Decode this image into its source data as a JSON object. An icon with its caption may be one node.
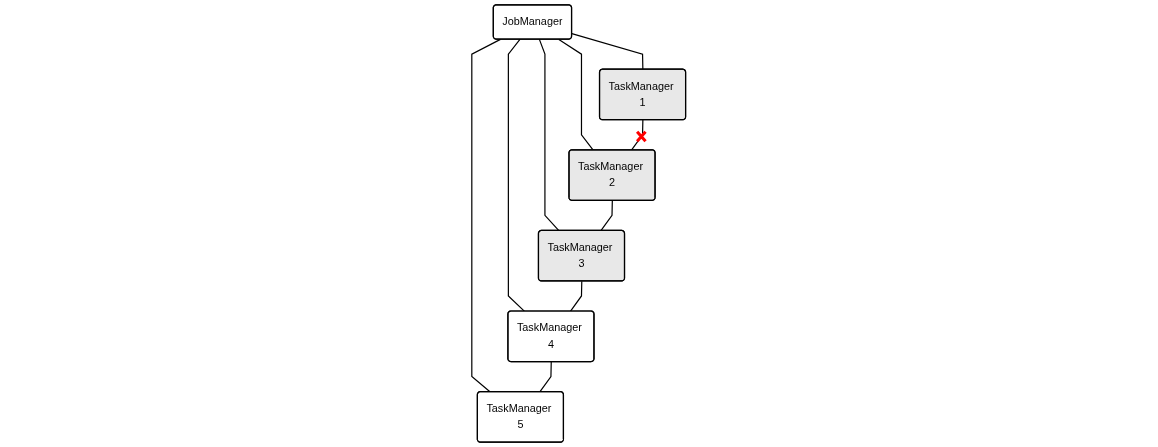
{
  "diagram": {
    "nodes": [
      {
        "text": [
          "JobManager"
        ]
      },
      {
        "text": [
          "TaskManager 1"
        ]
      },
      {
        "text": [
          "TaskManager 2"
        ]
      },
      {
        "text": [
          "TaskManager 3"
        ]
      },
      {
        "text": [
          "TaskManager 4"
        ]
      },
      {
        "text": [
          "TaskManager 5"
        ]
      }
    ],
    "edges": [
      {
        "from": 0,
        "to": 1,
        "arrow": "none"
      },
      {
        "from": 0,
        "to": 2,
        "arrow": "none"
      },
      {
        "from": 0,
        "to": 3,
        "arrow": "none"
      },
      {
        "from": 0,
        "to": 4,
        "arrow": "none"
      },
      {
        "from": 0,
        "to": 5,
        "arrow": "none"
      },
      {
        "from": 1,
        "to": 2,
        "arrow": "none"
      },
      {
        "from": 2,
        "to": 3,
        "arrow": "none"
      },
      {
        "from": 3,
        "to": 4,
        "arrow": "none"
      },
      {
        "from": 4,
        "to": 5,
        "arrow": "none"
      }
    ]
  }
}
